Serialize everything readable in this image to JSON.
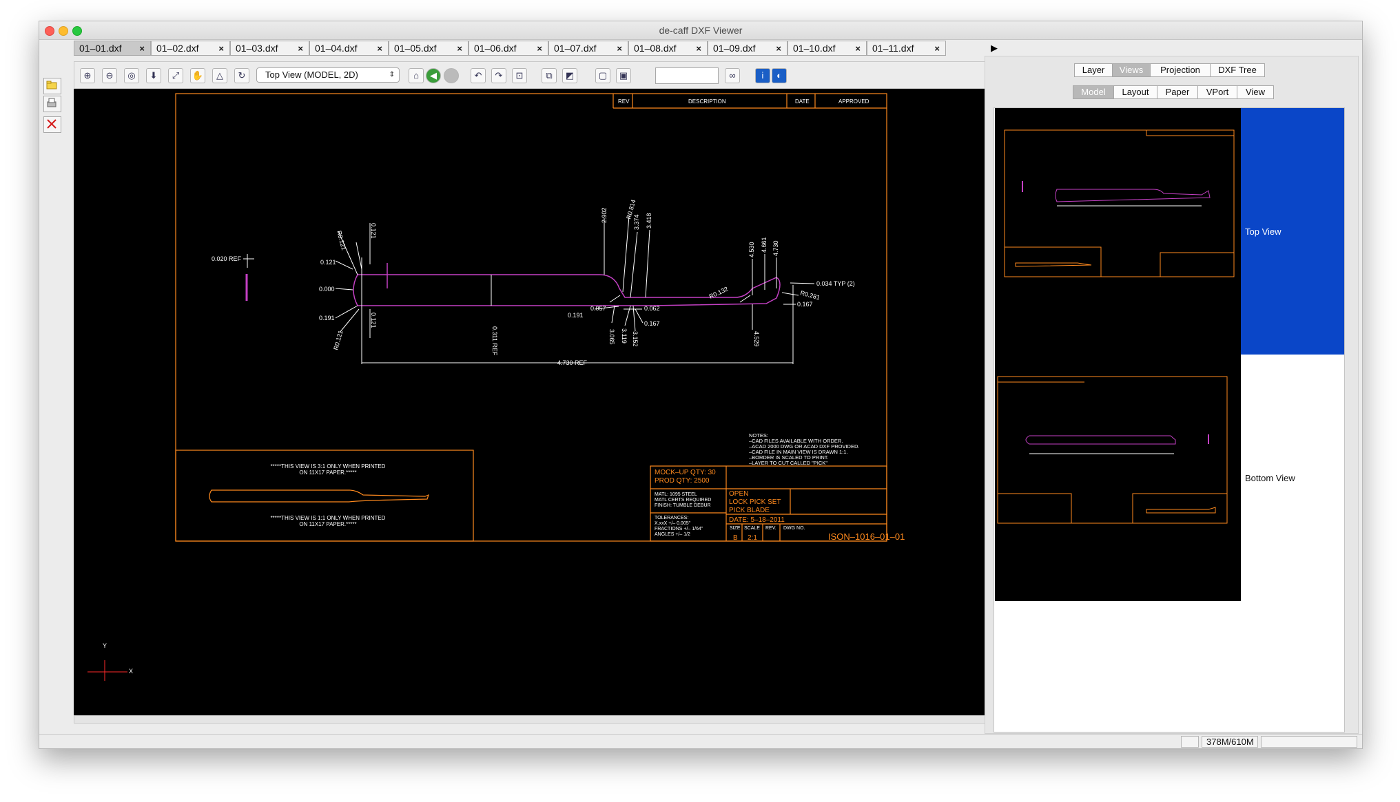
{
  "window": {
    "title": "de-caff DXF Viewer"
  },
  "tabs": [
    {
      "label": "01–01.dxf",
      "active": true
    },
    {
      "label": "01–02.dxf"
    },
    {
      "label": "01–03.dxf"
    },
    {
      "label": "01–04.dxf"
    },
    {
      "label": "01–05.dxf"
    },
    {
      "label": "01–06.dxf"
    },
    {
      "label": "01–07.dxf"
    },
    {
      "label": "01–08.dxf"
    },
    {
      "label": "01–09.dxf"
    },
    {
      "label": "01–10.dxf"
    },
    {
      "label": "01–11.dxf"
    }
  ],
  "tab_close_glyph": "×",
  "tab_scroll_glyph": "▶",
  "toolbar": {
    "view_select": "Top View (MODEL, 2D)"
  },
  "right_panel": {
    "top_tabs": [
      {
        "label": "Layer"
      },
      {
        "label": "Views",
        "active": true
      },
      {
        "label": "Projection"
      },
      {
        "label": "DXF Tree"
      }
    ],
    "sub_tabs": [
      {
        "label": "Model",
        "active": true
      },
      {
        "label": "Layout"
      },
      {
        "label": "Paper"
      },
      {
        "label": "VPort"
      },
      {
        "label": "View"
      }
    ],
    "views": [
      {
        "label": "Top View",
        "selected": true
      },
      {
        "label": "Bottom View"
      }
    ]
  },
  "status": {
    "memory": "378M/610M"
  },
  "drawing": {
    "rev_table": {
      "rev": "REV",
      "description": "DESCRIPTION",
      "date": "DATE",
      "approved": "APPROVED"
    },
    "dims": {
      "d0020": "0.020 REF",
      "d0121a": "0.121",
      "d0000": "0.000",
      "d0191a": "0.191",
      "dR0121a": "R0.121",
      "d0121b": "0.121",
      "dR0121b": "R0.121",
      "d0121c": "0.121",
      "d0311": "0.311 REF",
      "d0057": "0.057",
      "d0062": "0.062",
      "d0191b": "0.191",
      "d0167a": "0.167",
      "d2902": "2.902",
      "dR0814": "R0.814",
      "d3374": "3.374",
      "d3418": "3.418",
      "d3065": "3.065",
      "d3119": "3.119",
      "d3152": "3.152",
      "dR0132": "R0.132",
      "d4530": "4.530",
      "d4661": "4.661",
      "d4730a": "4.730",
      "d0034": "0.034 TYP (2)",
      "dR0281": "R0.281",
      "d0167b": "0.167",
      "d4529": "4.529",
      "d4730": "4.730 REF"
    },
    "notes": [
      "NOTES:",
      "–CAD FILES AVAILABLE WITH ORDER.",
      "–ACAD 2000 DWG OR ACAD DXF PROVIDED.",
      "–CAD FILE IN MAIN VIEW IS DRAWN 1:1.",
      "–BORDER IS SCALED TO PRINT.",
      "–LAYER TO CUT CALLED \"PICK\""
    ],
    "print_note_1": [
      "*****THIS VIEW IS 3:1 ONLY WHEN PRINTED",
      "ON 11X17 PAPER.*****"
    ],
    "print_note_2": [
      "*****THIS VIEW IS 1:1 ONLY WHEN PRINTED",
      "ON 11X17 PAPER.*****"
    ],
    "title_block": {
      "mockup": "MOCK–UP QTY: 30",
      "prod": "PROD QTY: 2500",
      "matl": "MATL: 1095 STEEL",
      "certs": "MATL CERTS REQUIRED",
      "finish": "FINISH: TUMBLE DEBUR",
      "name": [
        "OPEN",
        "LOCK PICK SET",
        "PICK BLADE"
      ],
      "tolerances": [
        "TOLERANCES:",
        "X.xxX +/– 0.005\"",
        "FRACTIONS +/– 1/64\"",
        "ANGLES +/– 1/2"
      ],
      "date": "DATE: 5–18–2011",
      "size_label": "SIZE",
      "size": "B",
      "scale_label": "SCALE",
      "scale": "2:1",
      "rev_label": "REV.",
      "dwg_label": "DWG NO.",
      "dwg_no": "ISON–1016–01–01"
    },
    "axis": {
      "y": "Y",
      "x": "X"
    }
  },
  "colors": {
    "border": "#ff8a1e",
    "part": "#c440c4",
    "text": "#ffffff",
    "selection": "#0a46c8"
  }
}
